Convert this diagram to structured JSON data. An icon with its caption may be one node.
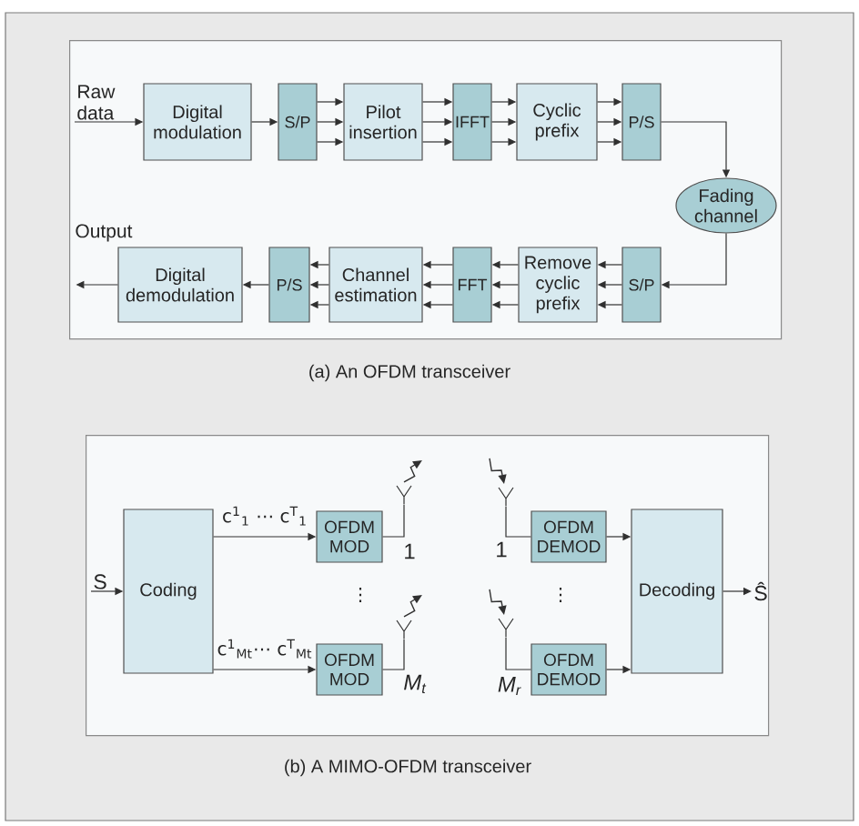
{
  "diagram": {
    "nodes": [
      {
        "text": [
          "(a) An OFDM transceiver"
        ]
      },
      {
        "text": [
          "Raw data"
        ],
        "in": 0
      },
      {
        "text": [
          "Digital modulation"
        ],
        "in": 0
      },
      {
        "text": [
          "S/P"
        ],
        "in": 0
      },
      {
        "text": [
          "Pilot insertion"
        ],
        "in": 0
      },
      {
        "text": [
          "IFFT"
        ],
        "in": 0
      },
      {
        "text": [
          "Cyclic prefix"
        ],
        "in": 0
      },
      {
        "text": [
          "P/S"
        ],
        "in": 0
      },
      {
        "text": [
          "Fading channel"
        ],
        "in": 0
      },
      {
        "text": [
          "Digital demodulation"
        ],
        "in": 0
      },
      {
        "text": [
          "P/S"
        ],
        "in": 0
      },
      {
        "text": [
          "Channel estimation"
        ],
        "in": 0
      },
      {
        "text": [
          "FFT"
        ],
        "in": 0
      },
      {
        "text": [
          "Remove cyclic prefix"
        ],
        "in": 0
      },
      {
        "text": [
          "S/P"
        ],
        "in": 0
      },
      {
        "text": [
          "(b) A MIMO-OFDM transceiver"
        ]
      },
      {
        "text": [
          "S"
        ],
        "in": 15
      },
      {
        "text": [
          "Coding"
        ],
        "in": 15
      },
      {
        "text": [
          "OFDM MOD"
        ],
        "in": 15
      },
      {
        "text": [
          "OFDM MOD"
        ],
        "in": 15
      },
      {
        "text": [],
        "shape": "antenna",
        "in": 15
      },
      {
        "text": [],
        "shape": "antenna",
        "in": 15
      },
      {
        "text": [],
        "shape": "antenna",
        "in": 15
      },
      {
        "text": [],
        "shape": "antenna",
        "in": 15
      },
      {
        "text": [
          "OFDM DEMOD"
        ],
        "in": 15
      },
      {
        "text": [
          "OFDM DEMOD"
        ],
        "in": 15
      },
      {
        "text": [
          "Decoding"
        ],
        "in": 15
      },
      {
        "text": [
          "Ŝ"
        ],
        "in": 15
      }
    ],
    "edges": [
      {
        "from": 1,
        "to": 2,
        "arrow": "to"
      },
      {
        "from": 2,
        "to": 3,
        "arrow": "to"
      },
      {
        "from": 3,
        "to": 4,
        "arrow": "to"
      },
      {
        "from": 3,
        "to": 4,
        "arrow": "to"
      },
      {
        "from": 3,
        "to": 4,
        "arrow": "to"
      },
      {
        "from": 4,
        "to": 5,
        "arrow": "to"
      },
      {
        "from": 4,
        "to": 5,
        "arrow": "to"
      },
      {
        "from": 4,
        "to": 5,
        "arrow": "to"
      },
      {
        "from": 5,
        "to": 6,
        "arrow": "to"
      },
      {
        "from": 5,
        "to": 6,
        "arrow": "to"
      },
      {
        "from": 5,
        "to": 6,
        "arrow": "to"
      },
      {
        "from": 6,
        "to": 7,
        "arrow": "to"
      },
      {
        "from": 6,
        "to": 7,
        "arrow": "to"
      },
      {
        "from": 6,
        "to": 7,
        "arrow": "to"
      },
      {
        "from": 7,
        "to": 8,
        "arrow": "to"
      },
      {
        "from": 8,
        "to": 14,
        "arrow": "to"
      },
      {
        "from": 14,
        "to": 13,
        "arrow": "to"
      },
      {
        "from": 14,
        "to": 13,
        "arrow": "to"
      },
      {
        "from": 14,
        "to": 13,
        "arrow": "to"
      },
      {
        "from": 13,
        "to": 12,
        "arrow": "to"
      },
      {
        "from": 13,
        "to": 12,
        "arrow": "to"
      },
      {
        "from": 13,
        "to": 12,
        "arrow": "to"
      },
      {
        "from": 12,
        "to": 11,
        "arrow": "to"
      },
      {
        "from": 12,
        "to": 11,
        "arrow": "to"
      },
      {
        "from": 12,
        "to": 11,
        "arrow": "to"
      },
      {
        "from": 11,
        "to": 10,
        "arrow": "to"
      },
      {
        "from": 11,
        "to": 10,
        "arrow": "to"
      },
      {
        "from": 11,
        "to": 10,
        "arrow": "to"
      },
      {
        "from": 10,
        "to": 9,
        "arrow": "to"
      },
      {
        "from": 9,
        "to": null,
        "arrow": "to"
      },
      {
        "from": 16,
        "to": 17,
        "arrow": "to"
      },
      {
        "from": 17,
        "to": 18,
        "arrow": "to",
        "label": "c$^{1}$$_{1}$ ⋯ c$^{T}$$_{1}$"
      },
      {
        "from": 17,
        "to": 19,
        "arrow": "to",
        "label": "c$^{1}$$_{Mt}$⋯ c$^{T}$$_{Mt}$"
      },
      {
        "from": 18,
        "to": 20,
        "arrow": "none"
      },
      {
        "from": 19,
        "to": 21,
        "arrow": "none"
      },
      {
        "from": 22,
        "to": 24,
        "arrow": "none"
      },
      {
        "from": 23,
        "to": 25,
        "arrow": "none"
      },
      {
        "from": 24,
        "to": 26,
        "arrow": "to"
      },
      {
        "from": 25,
        "to": 26,
        "arrow": "to"
      },
      {
        "from": 26,
        "to": 27,
        "arrow": "to"
      }
    ],
    "labels": [
      "Output",
      "1",
      "1",
      "⋮",
      "⋮",
      "M$_{t}$",
      "M$_{r}$"
    ]
  }
}
